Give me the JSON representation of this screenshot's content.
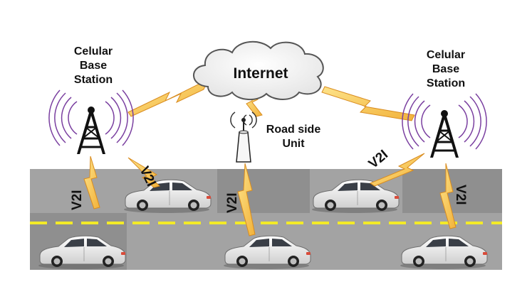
{
  "cloud": {
    "label": "Internet"
  },
  "towers": [
    {
      "label_lines": [
        "Celular",
        "Base",
        "Station"
      ],
      "icon": "cell-tower-icon"
    },
    {
      "label_lines": [
        "Celular",
        "Base",
        "Station"
      ],
      "icon": "cell-tower-icon"
    }
  ],
  "rsu": {
    "label_lines": [
      "Road side",
      "Unit"
    ],
    "icon": "road-side-unit-icon"
  },
  "links": {
    "v2i_label": "V2I"
  },
  "colors": {
    "road": "#9c9c9c",
    "road_dark": "#7d7d7d",
    "lane_marking": "#f3ea27",
    "lightning": "#f6c453",
    "lightning_stroke": "#d98c1f",
    "signal_waves": "#7a3fa0",
    "car_body": "#efefef"
  }
}
